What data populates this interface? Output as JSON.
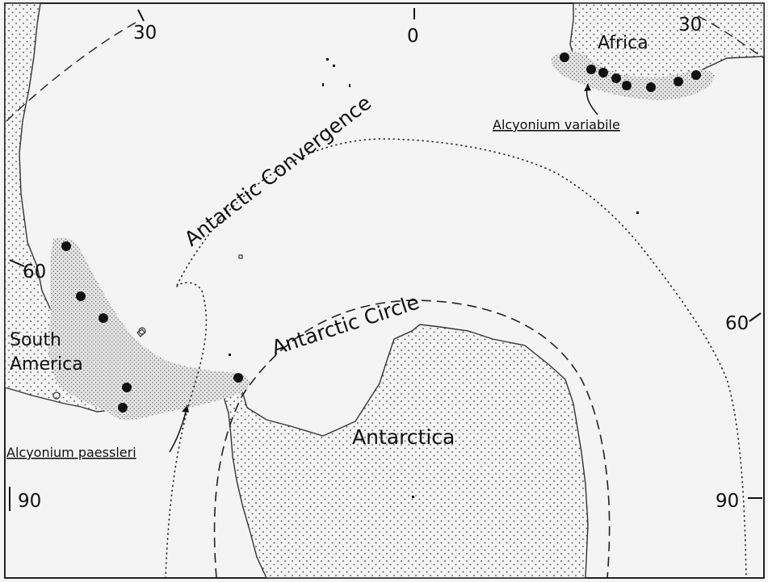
{
  "colors": {
    "paper": "#f4f4f4",
    "ink": "#111111",
    "stipple": "#444444"
  },
  "labels": {
    "africa": "Africa",
    "south_america_line1": "South",
    "south_america_line2": "America",
    "antarctica": "Antarctica",
    "antarctic_convergence": "Antarctic Convergence",
    "antarctic_circle": "Antarctic Circle"
  },
  "species": {
    "alcyonium_variabile": "Alcyonium variabile",
    "alcyonium_paessleri": "Alcyonium paessleri"
  },
  "meridian_labels": {
    "top_left_30": "30",
    "top_0": "0",
    "top_right_30": "30",
    "left_60": "60",
    "right_60": "60",
    "left_90": "90",
    "right_90": "90"
  }
}
